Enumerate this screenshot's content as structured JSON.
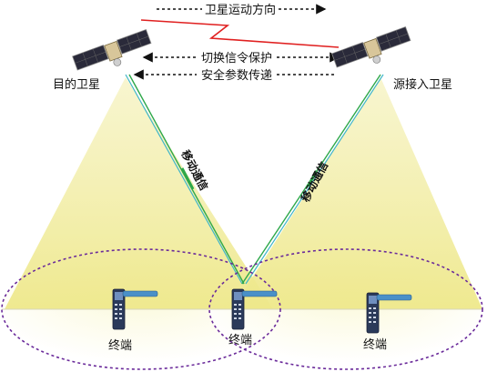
{
  "labels": {
    "motion_direction": "卫星运动方向",
    "handover_protection": "切换信令保护",
    "security_params": "安全参数传递",
    "target_satellite": "目的卫星",
    "source_satellite": "源接入卫星",
    "mobile_comm_left": "移动通信",
    "mobile_comm_right": "移动通信",
    "terminal_left": "终端",
    "terminal_middle": "终端",
    "terminal_right": "终端"
  },
  "colors": {
    "beam_fill": "#f2efa0",
    "link_green": "#2ea84a",
    "link_cyan": "#3fb6c9",
    "ellipse_purple": "#6a2a9a",
    "interference_red": "#e02020",
    "satellite_panel": "#2a2a3a"
  }
}
